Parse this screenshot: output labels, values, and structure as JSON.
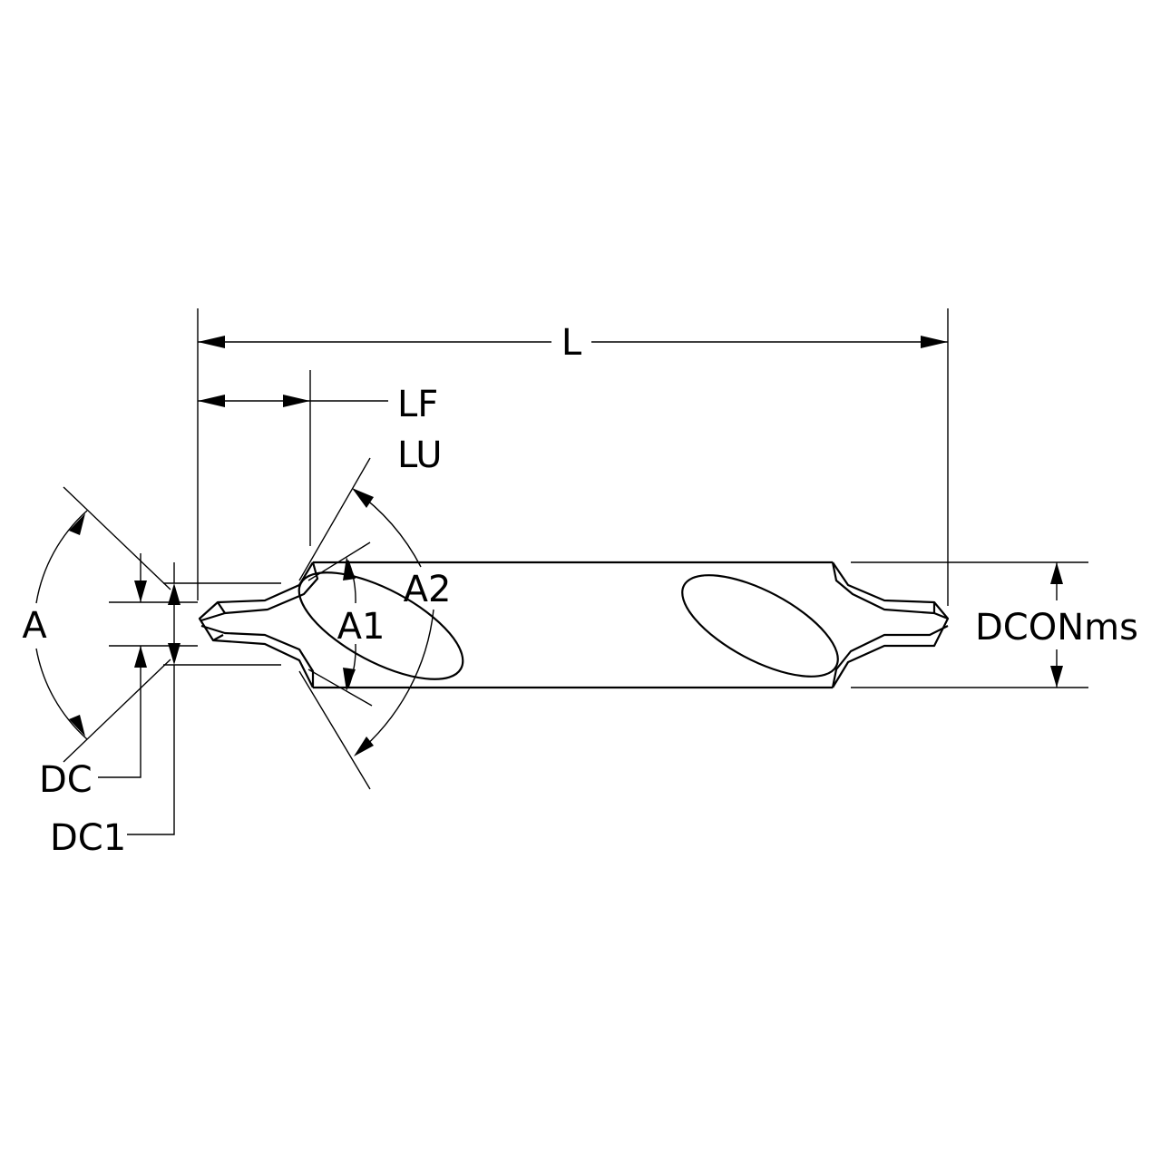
{
  "labels": {
    "L": "L",
    "LF": "LF",
    "LU": "LU",
    "A": "A",
    "A1": "A1",
    "A2": "A2",
    "DC": "DC",
    "DC1": "DC1",
    "DCONms": "DCONms"
  }
}
